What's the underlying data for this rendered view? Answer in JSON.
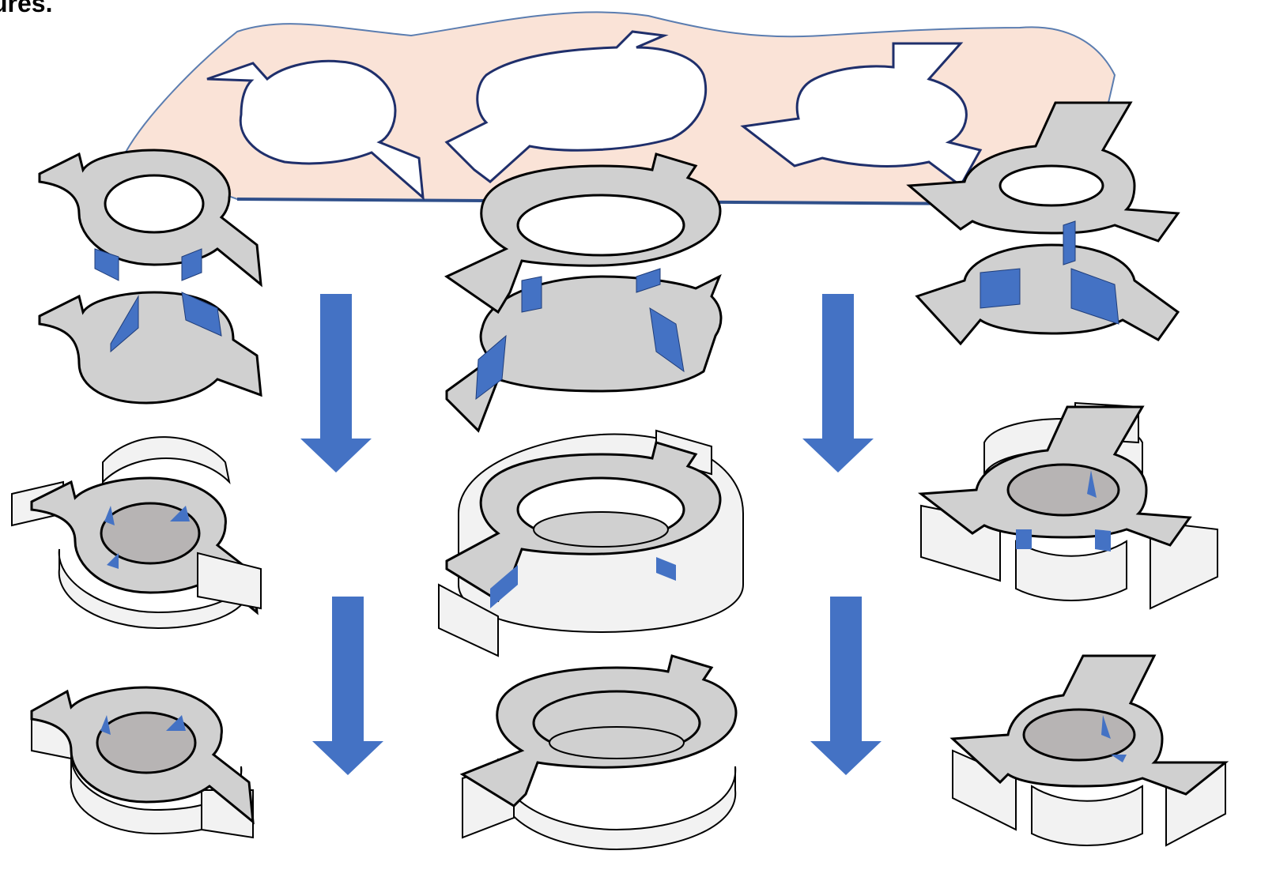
{
  "heading": "ures.",
  "colors": {
    "sheet_fill": "#fae3d7",
    "sheet_edge": "#2f4f8a",
    "cutout_edge": "#1f2f6b",
    "part_top": "#d0d0d0",
    "part_side": "#f2f2f2",
    "part_hole": "#b7b4b4",
    "tab": "#4472c4",
    "arrow": "#4472c4",
    "outline": "#000000"
  },
  "diagram": {
    "columns": [
      "small-ring-two-lugs",
      "large-ring-two-lugs",
      "ring-three-lugs"
    ],
    "stages": [
      "flat-cut-parts-with-tabs",
      "parts-in-walls",
      "finished-parts"
    ],
    "arrows": 4
  }
}
